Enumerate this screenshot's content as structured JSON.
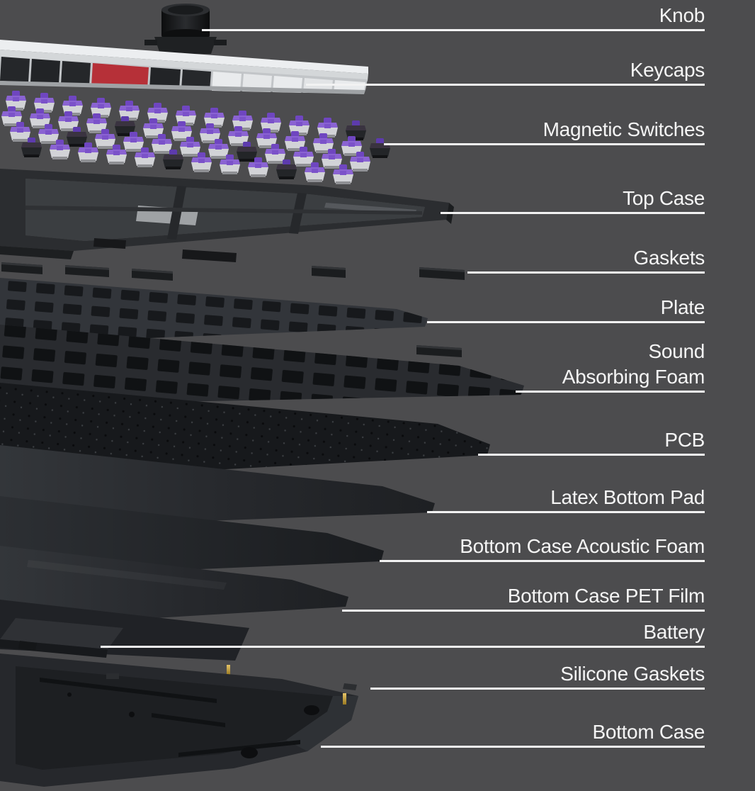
{
  "title": "Keyboard exploded view diagram",
  "colors": {
    "background": "#4c4c4e",
    "leader_line": "#f2f2f2",
    "label_text": "#f5f5f5",
    "switch_purple": "#6f46c0",
    "accent_key_red": "#b63038",
    "pogo_pin_gold": "#d7b052"
  },
  "labels": [
    {
      "id": "knob",
      "text": "Knob"
    },
    {
      "id": "keycaps",
      "text": "Keycaps"
    },
    {
      "id": "magnetic-switches",
      "text": "Magnetic Switches"
    },
    {
      "id": "top-case",
      "text": "Top Case"
    },
    {
      "id": "gaskets",
      "text": "Gaskets"
    },
    {
      "id": "plate",
      "text": "Plate"
    },
    {
      "id": "sound-absorbing-foam",
      "text": "Sound\nAbsorbing Foam"
    },
    {
      "id": "pcb",
      "text": "PCB"
    },
    {
      "id": "latex-bottom-pad",
      "text": "Latex Bottom Pad"
    },
    {
      "id": "bottom-case-acoustic-foam",
      "text": "Bottom Case Acoustic Foam"
    },
    {
      "id": "bottom-case-pet-film",
      "text": "Bottom Case PET Film"
    },
    {
      "id": "battery",
      "text": "Battery"
    },
    {
      "id": "silicone-gaskets",
      "text": "Silicone Gaskets"
    },
    {
      "id": "bottom-case",
      "text": "Bottom Case"
    }
  ]
}
